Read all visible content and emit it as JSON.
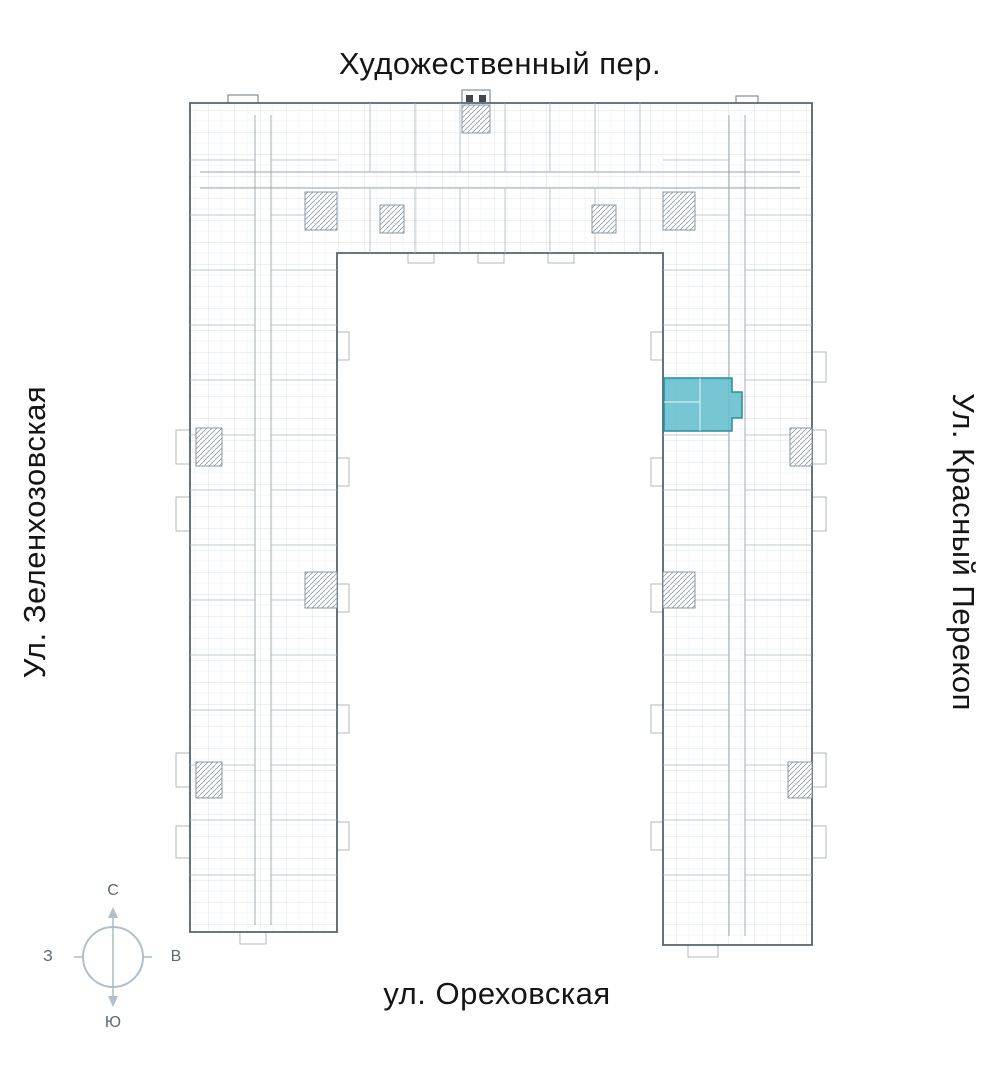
{
  "streets": {
    "top": "Художественный пер.",
    "left": "Ул. Зеленхозовская",
    "right": "Ул. Красный Перекоп",
    "bottom": "ул. Ореховская"
  },
  "compass": {
    "north": "С",
    "south": "Ю",
    "west": "З",
    "east": "В"
  },
  "plan": {
    "highlight_color": "#5fbccd",
    "highlight_border": "#2a8ba1",
    "wall_color": "#55636e",
    "partition_color": "#aab6be"
  }
}
